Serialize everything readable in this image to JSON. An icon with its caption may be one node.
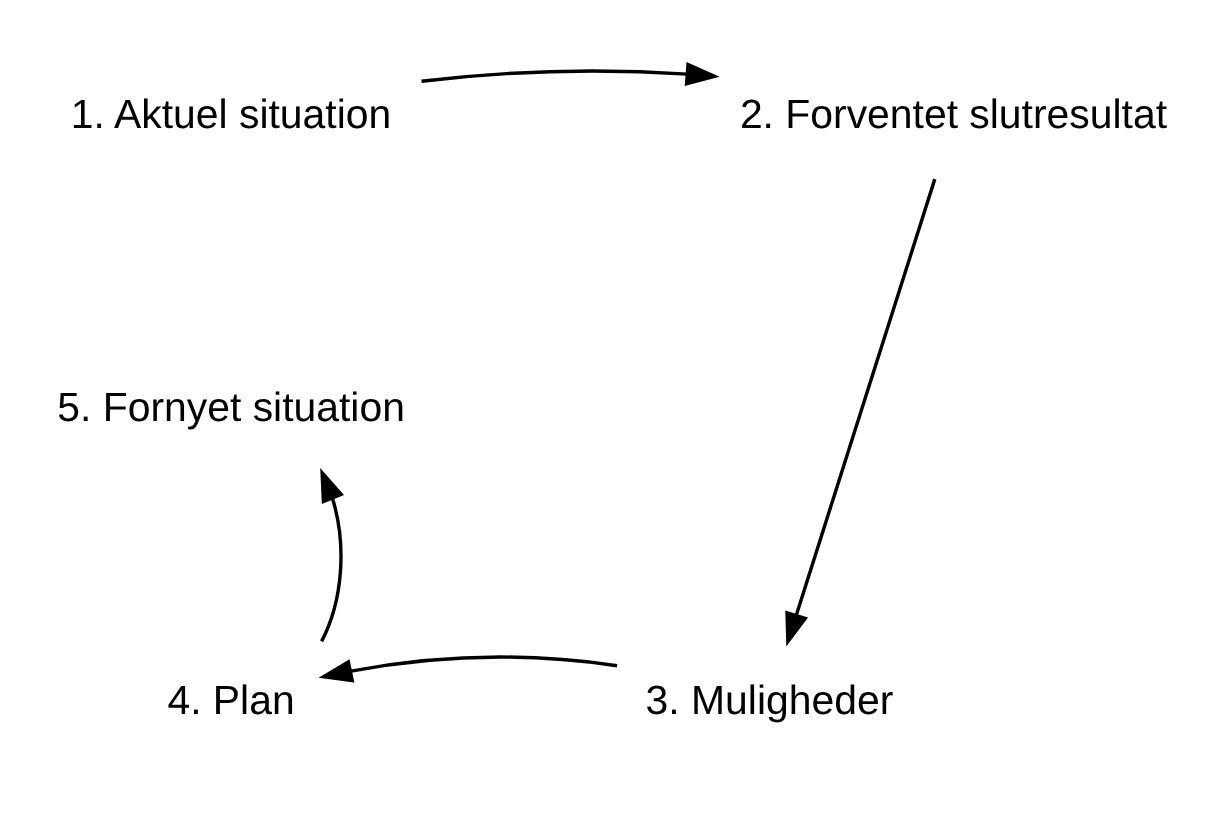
{
  "diagram": {
    "nodes": [
      {
        "text": [
          "1. Aktuel situation"
        ]
      },
      {
        "text": [
          "2. Forventet slutresultat"
        ]
      },
      {
        "text": [
          "5. Fornyet situation"
        ]
      },
      {
        "text": [
          "4. Plan"
        ]
      },
      {
        "text": [
          "3. Muligheder"
        ]
      }
    ],
    "edges": [
      {
        "from": 0,
        "to": 1,
        "arrow": "to"
      },
      {
        "from": 1,
        "to": 4,
        "arrow": "to"
      },
      {
        "from": 4,
        "to": 3,
        "arrow": "to"
      },
      {
        "from": 3,
        "to": 2,
        "arrow": "to"
      }
    ]
  }
}
